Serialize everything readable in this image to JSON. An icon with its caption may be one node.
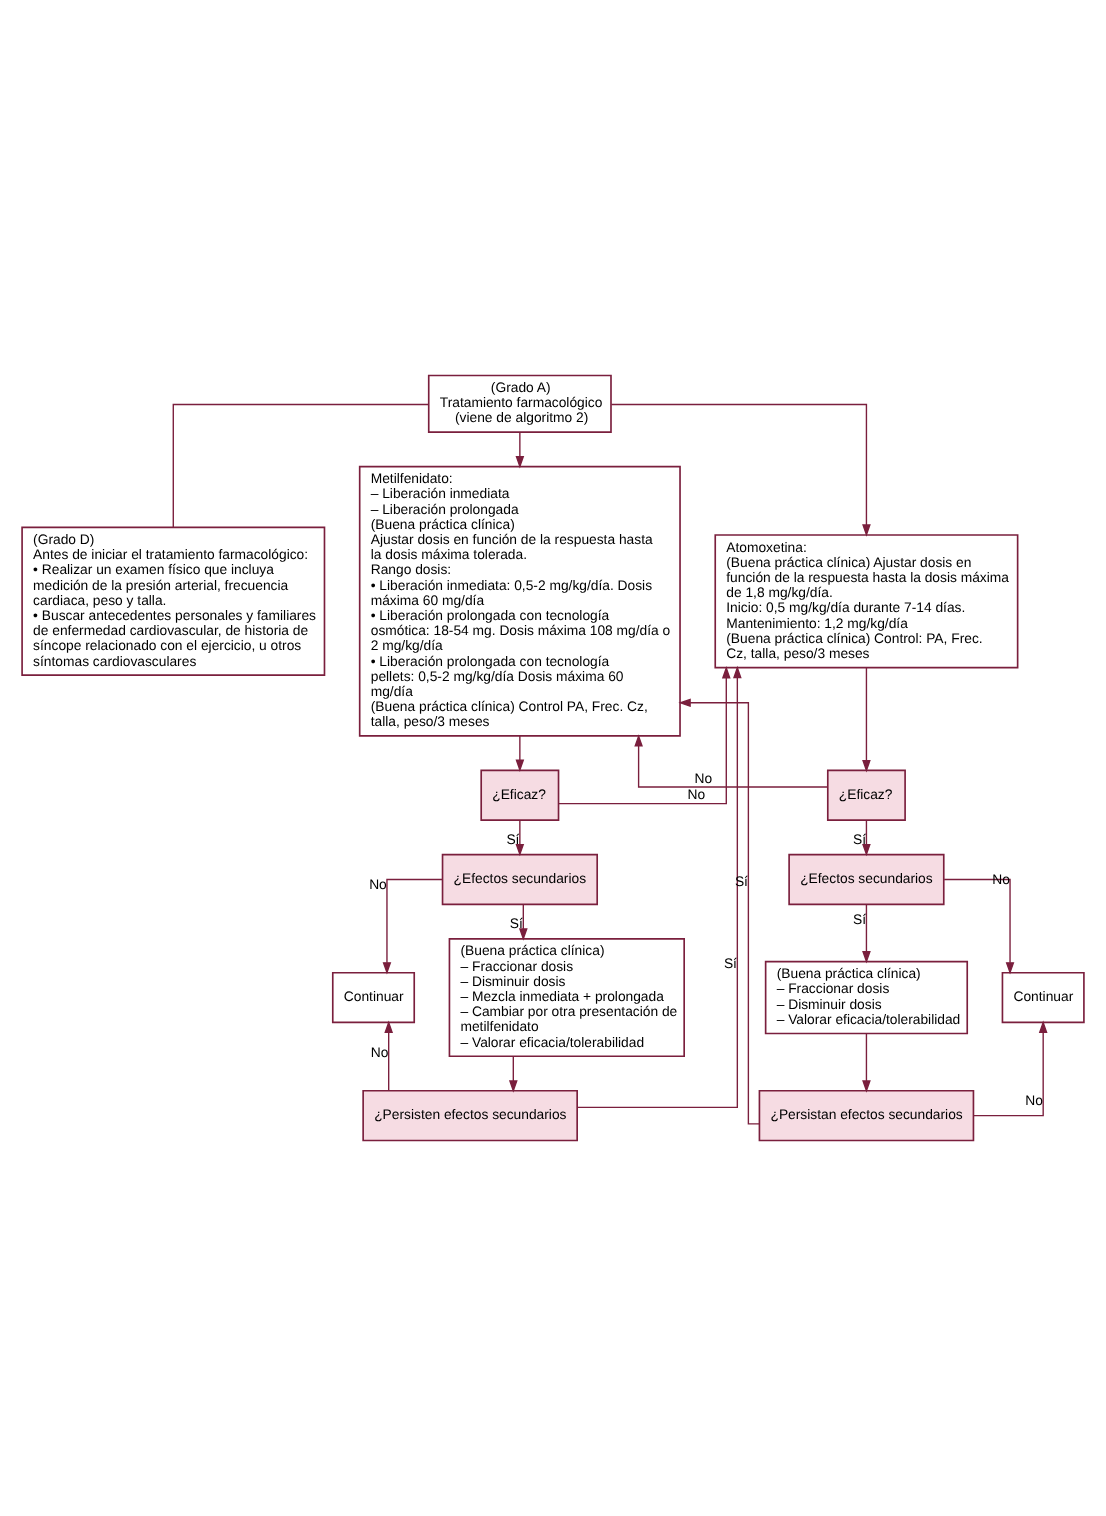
{
  "diagram": {
    "nodes": [
      {
        "text": [
          "(Grado A)",
          "Tratamiento farmacológico",
          "(viene de algoritmo 2)"
        ]
      },
      {
        "text": [
          "(Grado D)",
          "Antes de iniciar el tratamiento farmacológico:",
          "• Realizar un examen físico que incluya medición de la presión arterial, frecuencia cardiaca, peso y talla.",
          "• Buscar antecedentes personales y familiares de enfermedad cardiovascular, de historia de síncope relacionado con el ejercicio, u otros síntomas cardiovasculares"
        ]
      },
      {
        "text": [
          "Metilfenidato:",
          "– Liberación inmediata",
          "– Liberación prolongada",
          "(Buena práctica clínica)",
          "Ajustar dosis en función de la respuesta hasta la dosis máxima tolerada.",
          "Rango dosis:",
          "• Liberación inmediata: 0,5-2 mg/kg/día. Dosis máxima 60 mg/día",
          "• Liberación prolongada con tecnología osmótica: 18-54 mg. Dosis máxima 108 mg/día o 2 mg/kg/día",
          "• Liberación prolongada con tecnología pellets: 0,5-2 mg/kg/día Dosis máxima 60 mg/día",
          "(Buena práctica clínica) Control PA, Frec. Cz, talla, peso/3 meses"
        ]
      },
      {
        "text": [
          "Atomoxetina:",
          "(Buena práctica clínica) Ajustar dosis en función de la respuesta hasta la dosis máxima de 1,8 mg/kg/día.",
          "Inicio: 0,5 mg/kg/día durante 7-14 días.",
          "Mantenimiento: 1,2 mg/kg/día",
          "(Buena práctica clínica) Control: PA, Frec. Cz, talla, peso/3 meses"
        ]
      },
      {
        "text": [
          "¿Eficaz?"
        ]
      },
      {
        "text": [
          "¿Efectos secundarios"
        ]
      },
      {
        "text": [
          "Continuar"
        ]
      },
      {
        "text": [
          "(Buena práctica clínica)",
          "– Fraccionar dosis",
          "– Disminuir dosis",
          "– Mezcla inmediata + prolongada",
          "– Cambiar por otra presentación de metilfenidato",
          "– Valorar eficacia/tolerabilidad"
        ]
      },
      {
        "text": [
          "¿Persisten efectos secundarios"
        ]
      },
      {
        "text": [
          "¿Eficaz?"
        ]
      },
      {
        "text": [
          "¿Efectos secundarios"
        ]
      },
      {
        "text": [
          "(Buena práctica clínica)",
          "– Fraccionar dosis",
          "– Disminuir dosis",
          "– Valorar eficacia/tolerabilidad"
        ]
      },
      {
        "text": [
          "Continuar"
        ]
      },
      {
        "text": [
          "¿Persistan efectos secundarios"
        ]
      }
    ],
    "edges": [
      {
        "from": 0,
        "to": 1,
        "arrow": "none"
      },
      {
        "from": 0,
        "to": 2,
        "arrow": "to"
      },
      {
        "from": 0,
        "to": 3,
        "arrow": "to"
      },
      {
        "from": 2,
        "to": 4,
        "arrow": "to"
      },
      {
        "from": 4,
        "to": 3,
        "arrow": "to",
        "label": "No"
      },
      {
        "from": 4,
        "to": 5,
        "arrow": "to",
        "label": "Sí"
      },
      {
        "from": 5,
        "to": 6,
        "arrow": "to",
        "label": "No"
      },
      {
        "from": 5,
        "to": 7,
        "arrow": "to",
        "label": "Sí"
      },
      {
        "from": 7,
        "to": 8,
        "arrow": "to"
      },
      {
        "from": 8,
        "to": 6,
        "arrow": "to",
        "label": "No"
      },
      {
        "from": 8,
        "to": 3,
        "arrow": "to",
        "label": "Sí"
      },
      {
        "from": 3,
        "to": 9,
        "arrow": "to"
      },
      {
        "from": 9,
        "to": 2,
        "arrow": "to",
        "label": "No"
      },
      {
        "from": 9,
        "to": 10,
        "arrow": "to",
        "label": "Sí"
      },
      {
        "from": 10,
        "to": 11,
        "arrow": "to",
        "label": "Sí"
      },
      {
        "from": 10,
        "to": 12,
        "arrow": "to",
        "label": "No"
      },
      {
        "from": 11,
        "to": 13,
        "arrow": "to"
      },
      {
        "from": 13,
        "to": 12,
        "arrow": "to",
        "label": "No"
      },
      {
        "from": 13,
        "to": 2,
        "arrow": "to",
        "label": "Sí"
      }
    ]
  }
}
